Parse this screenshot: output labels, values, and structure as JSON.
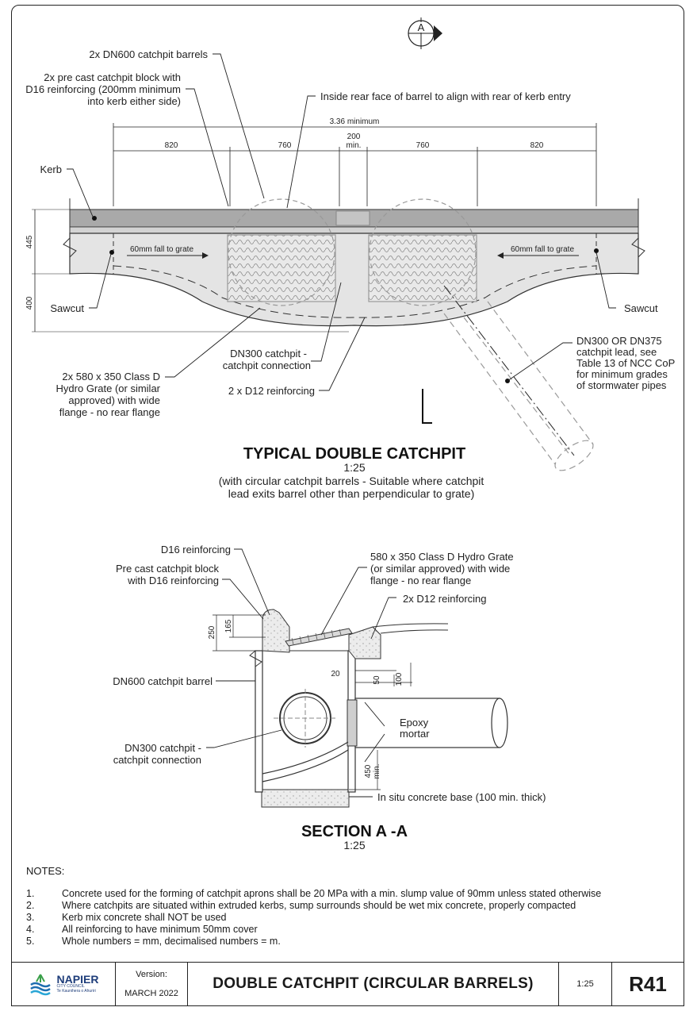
{
  "plan": {
    "section_marker": "A",
    "labels": {
      "barrels": "2x DN600 catchpit barrels",
      "block_1": "2x pre cast catchpit block with",
      "block_2": "D16 reinforcing (200mm minimum",
      "block_3": "into kerb either side)",
      "inside_face": "Inside rear face of barrel to align with rear of kerb entry",
      "kerb": "Kerb",
      "sawcut_left": "Sawcut",
      "sawcut_right": "Sawcut",
      "fall_left": "60mm fall to grate",
      "fall_right": "60mm fall to grate",
      "connection_1": "DN300 catchpit -",
      "connection_2": "catchpit connection",
      "reinf": "2 x D12 reinforcing",
      "grate_1": "2x 580 x 350 Class D",
      "grate_2": "Hydro Grate (or similar",
      "grate_3": "approved) with wide",
      "grate_4": "flange - no rear flange",
      "lead_1": "DN300 OR DN375",
      "lead_2": "catchpit lead, see",
      "lead_3": "Table 13 of NCC CoP",
      "lead_4": "for minimum grades",
      "lead_5": "of stormwater pipes"
    },
    "dims": {
      "overall": "3.36 minimum",
      "d1": "820",
      "d2": "760",
      "d3a": "200",
      "d3b": "min.",
      "d4": "760",
      "d5": "820",
      "v1": "445",
      "v2": "400"
    },
    "title": "TYPICAL DOUBLE CATCHPIT",
    "scale": "1:25",
    "caption_1": "(with circular catchpit barrels - Suitable where catchpit",
    "caption_2": "lead exits barrel other than perpendicular to grate)"
  },
  "section": {
    "labels": {
      "d16": "D16 reinforcing",
      "block_1": "Pre cast catchpit block",
      "block_2": "with D16 reinforcing",
      "grate_1": "580 x 350 Class D Hydro Grate",
      "grate_2": "(or similar approved) with wide",
      "grate_3": "flange - no rear flange",
      "reinf": "2x D12 reinforcing",
      "barrel": "DN600 catchpit barrel",
      "epoxy_1": "Epoxy",
      "epoxy_2": "mortar",
      "conn_1": "DN300 catchpit -",
      "conn_2": "catchpit connection",
      "base": "In situ concrete base (100 min. thick)"
    },
    "dims": {
      "d250": "250",
      "d165": "165",
      "d20": "20",
      "d50": "50",
      "d100": "100",
      "d450a": "450",
      "d450b": "min."
    },
    "title": "SECTION A -A",
    "scale": "1:25"
  },
  "notes": {
    "heading": "NOTES:",
    "items": [
      {
        "num": "1.",
        "text": "Concrete used for the forming of catchpit aprons shall be 20 MPa with a min. slump value of 90mm unless stated otherwise"
      },
      {
        "num": "2.",
        "text": "Where catchpits are situated within extruded kerbs, sump surrounds should be wet mix concrete,  properly compacted"
      },
      {
        "num": "3.",
        "text": "Kerb mix concrete shall NOT be used"
      },
      {
        "num": "4.",
        "text": "All reinforcing to have minimum 50mm cover"
      },
      {
        "num": "5.",
        "text": "Whole numbers = mm, decimalised numbers = m."
      }
    ]
  },
  "title_block": {
    "brand": "NAPIER",
    "brand_sub": "CITY COUNCIL",
    "brand_tag": "Te Kaunihera o Ahuriri",
    "version_label": "Version:",
    "version_value": "MARCH 2022",
    "drawing_title": "DOUBLE CATCHPIT (CIRCULAR BARRELS)",
    "scale": "1:25",
    "code": "R41"
  }
}
